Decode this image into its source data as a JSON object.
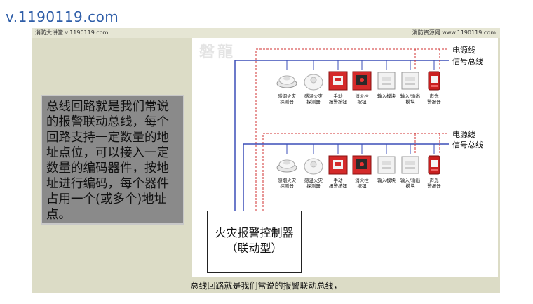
{
  "watermark_url": "v.1190119.com",
  "header": {
    "left": "消防大讲堂 v.1190119.com",
    "right": "消防资源网 www.1190119.com"
  },
  "panel_mark": "磐龍",
  "textbox_text": "总线回路就是我们常说的报警联动总线，每个回路支持一定数量的地址点位，可以接入一定数量的编码器件，按地址进行编码，每个器件占用一个(或多个)地址点。",
  "caption": "总线回路就是我们常说的报警联动总线，",
  "controller": {
    "line1": "火灾报警控制器",
    "line2": "（联动型）"
  },
  "row1_labels": {
    "power": "电源线",
    "signal": "信号总线"
  },
  "row2_labels": {
    "power": "电源线",
    "signal": "信号总线"
  },
  "devices_row1": [
    {
      "icon": "smoke-detector-icon",
      "line1": "感烟火灾",
      "line2": "探测器"
    },
    {
      "icon": "heat-detector-icon",
      "line1": "感温火灾",
      "line2": "探测器"
    },
    {
      "icon": "manual-call-point-icon",
      "line1": "手动",
      "line2": "报警按钮"
    },
    {
      "icon": "hydrant-button-icon",
      "line1": "消火栓",
      "line2": "按钮"
    },
    {
      "icon": "input-module-icon",
      "line1": "输入模块",
      "line2": ""
    },
    {
      "icon": "io-module-icon",
      "line1": "输入/输出",
      "line2": "模块"
    },
    {
      "icon": "sounder-strobe-icon",
      "line1": "声光",
      "line2": "警报器"
    }
  ],
  "devices_row2": [
    {
      "icon": "smoke-detector-icon",
      "line1": "感烟火灾",
      "line2": "探测器"
    },
    {
      "icon": "heat-detector-icon",
      "line1": "感温火灾",
      "line2": "探测器"
    },
    {
      "icon": "manual-call-point-icon",
      "line1": "手动",
      "line2": "报警按钮"
    },
    {
      "icon": "hydrant-button-icon",
      "line1": "消火栓",
      "line2": "按钮"
    },
    {
      "icon": "input-module-icon",
      "line1": "输入模块",
      "line2": ""
    },
    {
      "icon": "io-module-icon",
      "line1": "输入/输出",
      "line2": "模块"
    },
    {
      "icon": "sounder-strobe-icon",
      "line1": "声光",
      "line2": "警报器"
    }
  ],
  "colors": {
    "signal_bus": "#3b4fb8",
    "power_line": "#d03030",
    "slide_bg": "#dcdcc6"
  }
}
